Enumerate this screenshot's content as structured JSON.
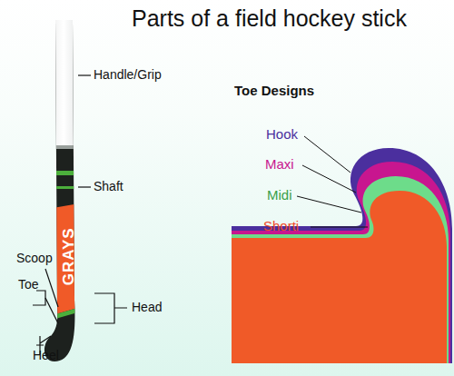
{
  "diagram": {
    "title": "Parts of a field hockey stick",
    "labels": [
      "Handle/Grip",
      "Shaft",
      "GRAYS",
      "Scoop",
      "Toe",
      "Head",
      "Heel",
      "Toe Designs",
      "Hook",
      "Maxi",
      "Midi",
      "Shorti"
    ]
  }
}
